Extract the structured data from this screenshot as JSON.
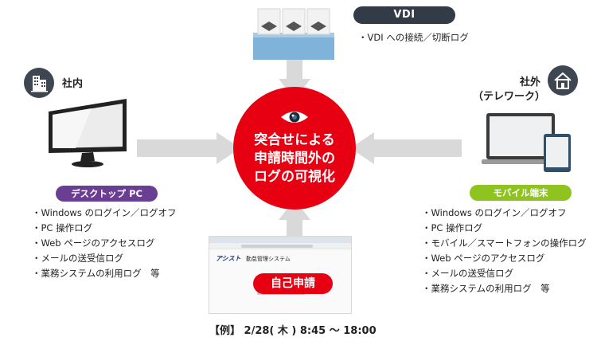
{
  "vdi": {
    "badge": "VDI",
    "item": "・VDI への接続／切断ログ"
  },
  "center": {
    "line1": "突合せによる",
    "line2": "申請時間外の",
    "line3": "ログの可視化"
  },
  "office": {
    "label": "社内",
    "badge": "デスクトップ PC",
    "items": [
      "・Windows のログイン／ログオフ",
      "・PC 操作ログ",
      "・Web ページのアクセスログ",
      "・メールの送受信ログ",
      "・業務システムの利用ログ　等"
    ]
  },
  "outside": {
    "label": "社外",
    "sublabel": "（テレワーク）",
    "badge": "モバイル端末",
    "items": [
      "・Windows のログイン／ログオフ",
      "・PC 操作ログ",
      "・モバイル／スマートフォンの操作ログ",
      "・Web ページのアクセスログ",
      "・メールの送受信ログ",
      "・業務システムの利用ログ　等"
    ]
  },
  "self_app": {
    "logo": "アシスト",
    "title": "勤怠管理システム",
    "badge": "自己申請",
    "example": "【例】 2/28( 木 ) 8:45 ～ 18:00"
  },
  "colors": {
    "red": "#e60012",
    "dark_badge": "#323b46",
    "purple": "#6a3f93",
    "green": "#8fc31f",
    "arrow_gray": "#d9d9d9"
  },
  "icons": {
    "office": "building-icon",
    "outside": "house-icon",
    "eye": "eye-icon"
  }
}
